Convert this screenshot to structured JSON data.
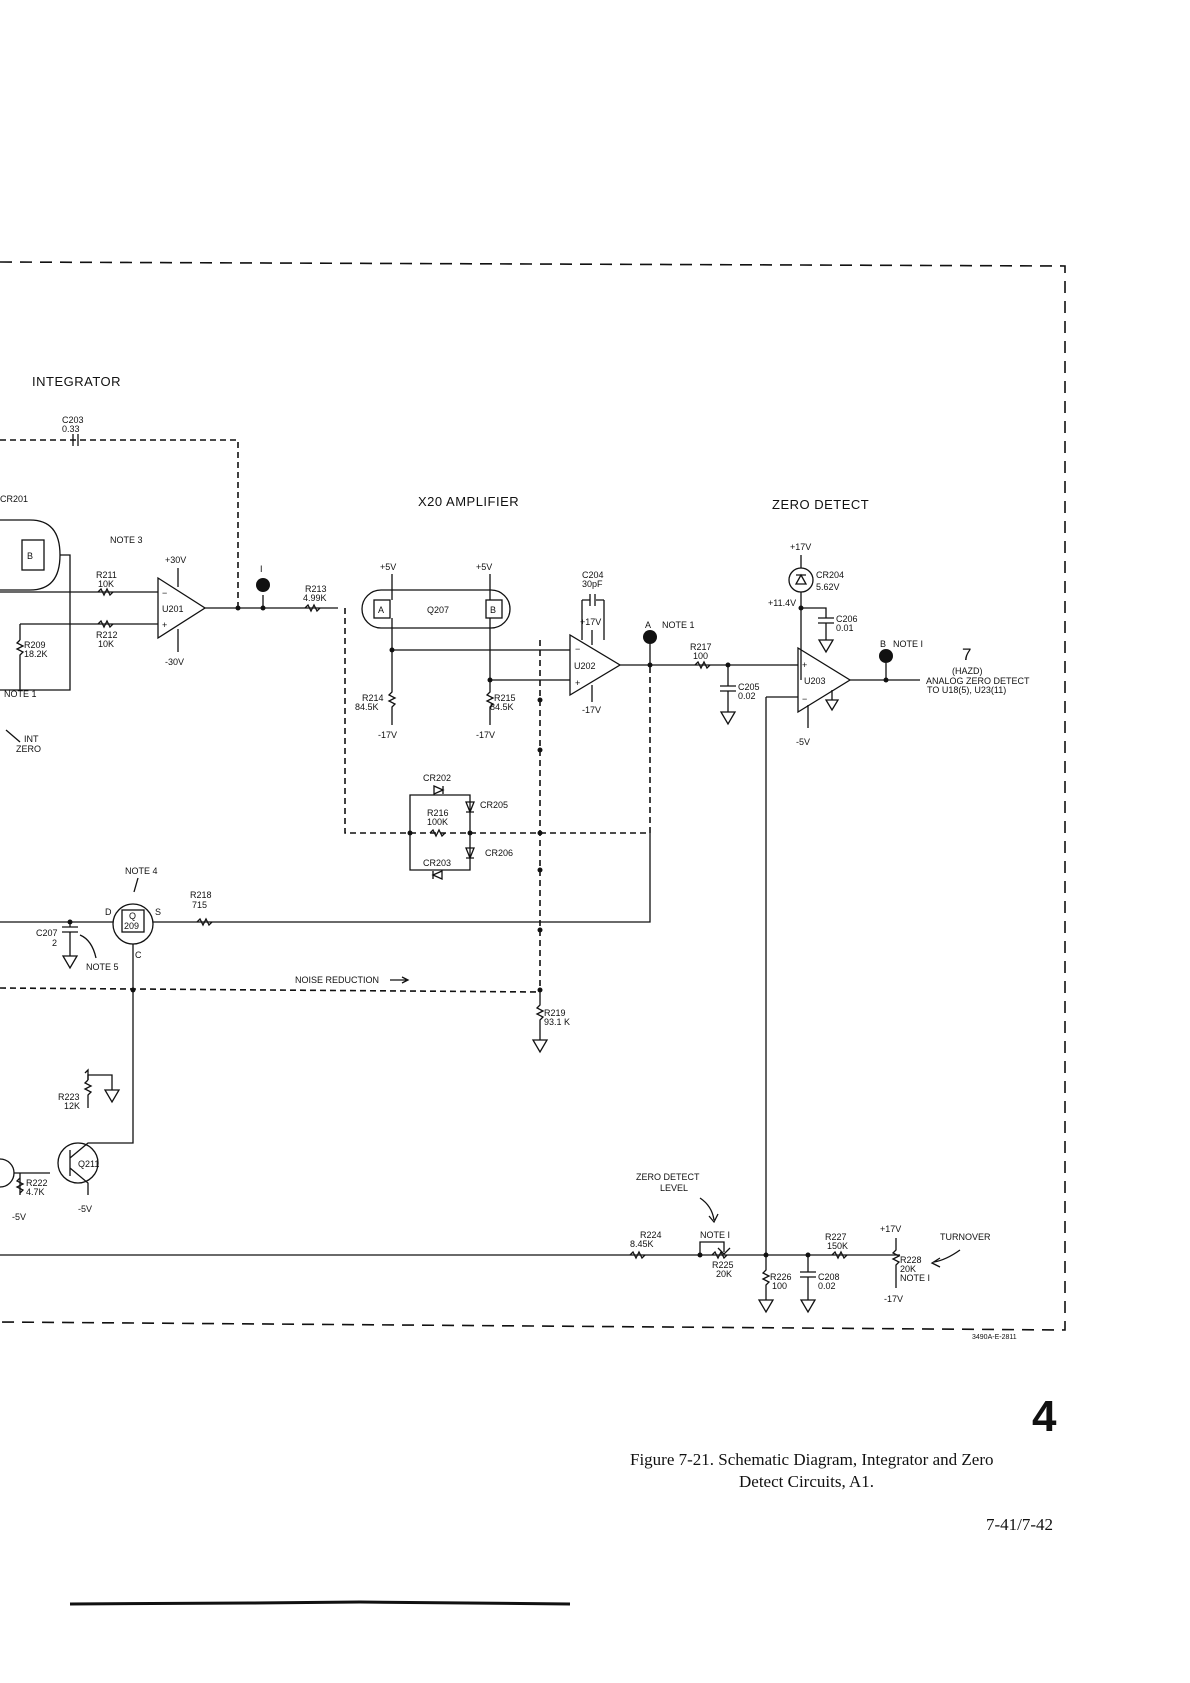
{
  "sections": {
    "integrator": "INTEGRATOR",
    "x20_amplifier": "X20 AMPLIFIER",
    "zero_detect": "ZERO DETECT"
  },
  "components": {
    "c203": {
      "ref": "C203",
      "val": "0.33"
    },
    "cr201": "CR201",
    "r211": {
      "ref": "R211",
      "val": "10K"
    },
    "r212": {
      "ref": "R212",
      "val": "10K"
    },
    "r209": {
      "ref": "R209",
      "val": "18.2K"
    },
    "u201": "U201",
    "r213": {
      "ref": "R213",
      "val": "4.99K"
    },
    "q207": "Q207",
    "r214": {
      "ref": "R214",
      "val": "84.5K"
    },
    "r215": {
      "ref": "R215",
      "val": "84.5K"
    },
    "c204": {
      "ref": "C204",
      "val": "30pF"
    },
    "u202": "U202",
    "r217": {
      "ref": "R217",
      "val": "100"
    },
    "c205": {
      "ref": "C205",
      "val": "0.02"
    },
    "cr204": {
      "ref": "CR204",
      "val": "5.62V"
    },
    "c206": {
      "ref": "C206",
      "val": "0.01"
    },
    "u203": "U203",
    "cr202": "CR202",
    "cr205": "CR205",
    "r216": {
      "ref": "R216",
      "val": "100K"
    },
    "cr203": "CR203",
    "cr206": "CR206",
    "r218": {
      "ref": "R218",
      "val": "715"
    },
    "q209": {
      "ref": "Q",
      "num": "209"
    },
    "c207": {
      "ref": "C207",
      "val": "2"
    },
    "r219": {
      "ref": "R219",
      "val": "93.1 K"
    },
    "r223": {
      "ref": "R223",
      "val": "12K"
    },
    "r222": {
      "ref": "R222",
      "val": "4.7K"
    },
    "q211": "Q211",
    "r224": {
      "ref": "R224",
      "val": "8.45K"
    },
    "r225": {
      "ref": "R225",
      "val": "20K"
    },
    "r226": {
      "ref": "R226",
      "val": "100"
    },
    "c208": {
      "ref": "C208",
      "val": "0.02"
    },
    "r227": {
      "ref": "R227",
      "val": "150K"
    },
    "r228": {
      "ref": "R228",
      "val": "20K"
    }
  },
  "supplies": {
    "p30": "+30V",
    "n30": "-30V",
    "p5": "+5V",
    "n17": "-17V",
    "p17": "+17V",
    "n5": "-5V",
    "p11_4": "+11.4V"
  },
  "notes": {
    "note1": "NOTE 1",
    "note3": "NOTE 3",
    "note4": "NOTE 4",
    "note5": "NOTE 5",
    "note_i": "NOTE I",
    "note_l": "NOTE I"
  },
  "test_points": {
    "i": "I",
    "a": "A",
    "b": "B"
  },
  "labels": {
    "int_zero": [
      "INT",
      "ZERO"
    ],
    "noise_reduction": "NOISE REDUCTION",
    "output_num": "7",
    "output_sig": "(HAZD)",
    "output_desc1": "ANALOG ZERO DETECT",
    "output_desc2": "TO U18(5), U23(11)",
    "zero_detect_level": [
      "ZERO DETECT",
      "LEVEL"
    ],
    "turnover": "TURNOVER",
    "doc_code": "3490A-E-2811"
  },
  "page_number": "4",
  "caption": {
    "line1": "Figure 7-21.  Schematic Diagram, Integrator and Zero",
    "line2": "Detect Circuits, A1."
  },
  "footer": "7-41/7-42"
}
